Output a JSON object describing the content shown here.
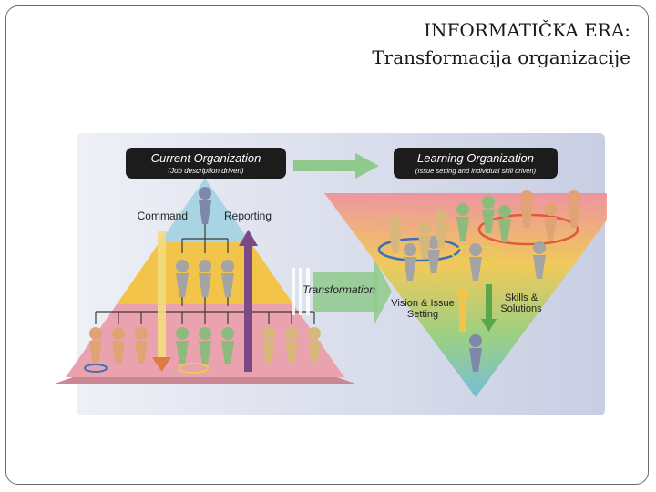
{
  "slide": {
    "title_line1": "INFORMATIČKA ERA:",
    "title_line2": "Transformacija organizacije"
  },
  "diagram": {
    "current": {
      "title": "Current Organization",
      "subtitle": "(Job description driven)",
      "command": "Command",
      "reporting": "Reporting"
    },
    "transformation": "Transformation",
    "learning": {
      "title": "Learning Organization",
      "subtitle": "(Issue setting and individual skill driven)",
      "vision_line1": "Vision & Issue",
      "vision_line2": "Setting",
      "skills_line1": "Skills &",
      "skills_line2": "Solutions"
    },
    "colors": {
      "panel": "#cdd3e6",
      "pyramid_top": "#a9d4e4",
      "pyramid_mid": "#f2c44a",
      "pyramid_bottom": "#eaa2ae",
      "title_box": "#1c1c1c",
      "arrow_green": "#8fca8c",
      "command_arrow": "#f2dc7e",
      "reporting_arrow": "#7b4a86"
    }
  }
}
